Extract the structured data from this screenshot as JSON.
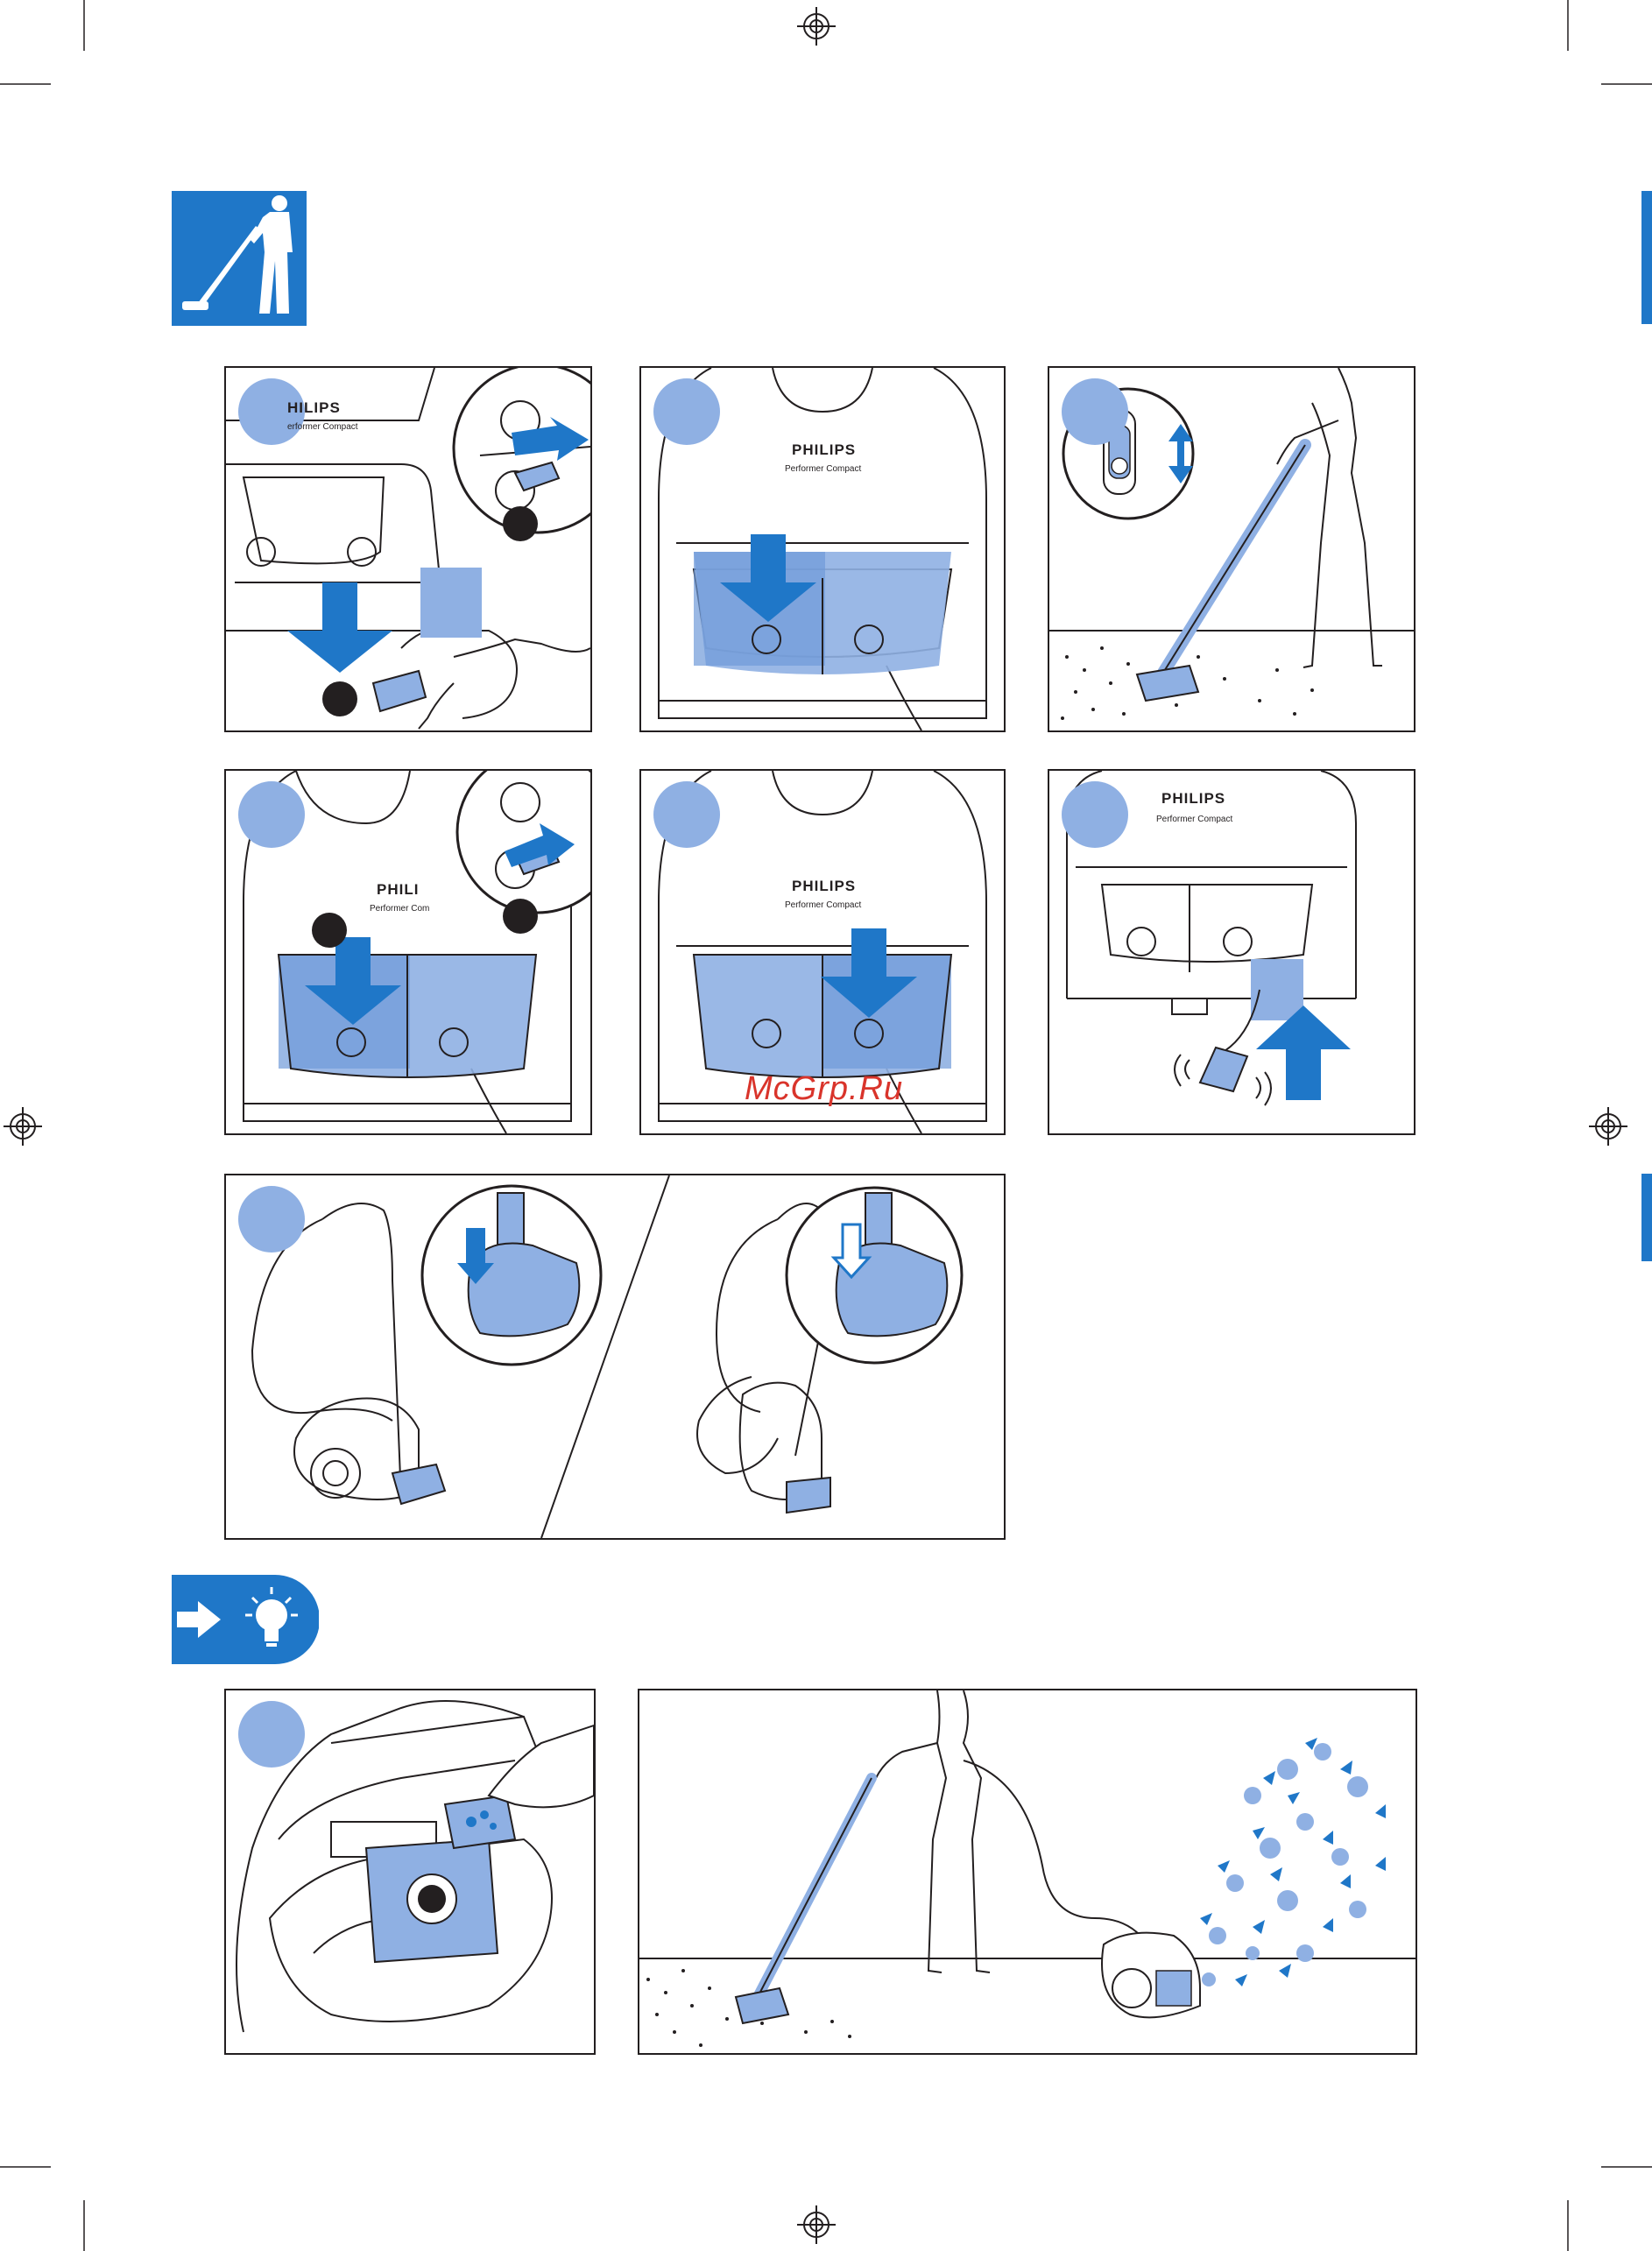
{
  "colors": {
    "accent_blue": "#1f77c8",
    "light_blue": "#8fb0e3",
    "line": "#231f20",
    "watermark": "#d9342b"
  },
  "header_icon": {
    "icon": "person-vacuuming-icon"
  },
  "tip_icon": {
    "icon": "arrow-lightbulb-icon"
  },
  "brand": {
    "name": "PHILIPS",
    "name_cropped": "PHILI",
    "name_cropped_left": "HILIPS",
    "model": "Performer Compact",
    "model_cropped": "Performer Com",
    "model_cropped_left": "erformer Compact"
  },
  "watermark": {
    "text": "McGrp.Ru"
  },
  "panels": [
    {
      "id": "plug-in",
      "icons": [
        "socket-icon",
        "plug-icon",
        "down-arrow-icon",
        "hand-icon"
      ]
    },
    {
      "id": "press-cord-button",
      "icons": [
        "down-arrow-icon"
      ]
    },
    {
      "id": "adjust-tube-length",
      "icons": [
        "slider-icon",
        "double-arrow-icon"
      ]
    },
    {
      "id": "unplug-and-rewind",
      "icons": [
        "socket-icon",
        "plug-icon",
        "down-arrow-icon"
      ]
    },
    {
      "id": "press-power-button",
      "icons": [
        "down-arrow-icon"
      ]
    },
    {
      "id": "cord-rewinds",
      "icons": [
        "up-arrow-icon",
        "plug-icon"
      ]
    },
    {
      "id": "parking-positions",
      "icons": [
        "nozzle-park-icon"
      ]
    },
    {
      "id": "fragrance-insert",
      "icons": [
        "dust-bag-icon",
        "hand-icon"
      ]
    },
    {
      "id": "fragrant-vacuuming",
      "icons": [
        "leaves-icon"
      ]
    }
  ]
}
